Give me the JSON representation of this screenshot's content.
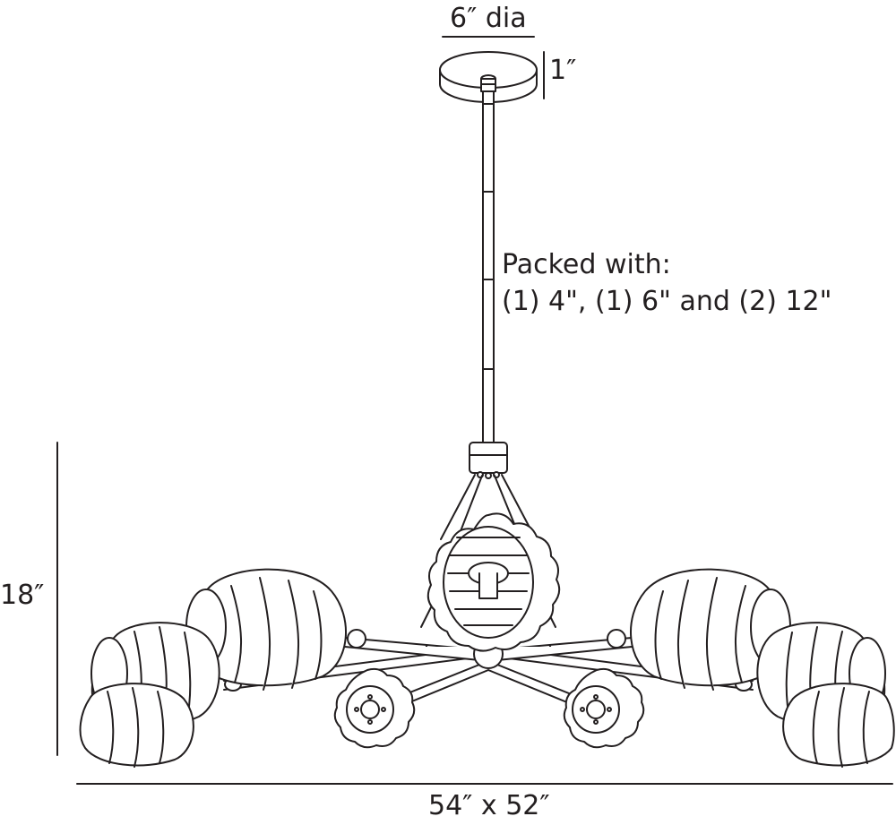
{
  "dimensions": {
    "canopy_diameter": "6″ dia",
    "canopy_height": "1″",
    "fixture_height": "18″",
    "fixture_width_depth": "54″ x 52″"
  },
  "packing_note": {
    "line1": "Packed with:",
    "line2": "(1) 4\", (1) 6\" and (2) 12\""
  },
  "colors": {
    "line": "#231f20",
    "background": "#ffffff"
  }
}
